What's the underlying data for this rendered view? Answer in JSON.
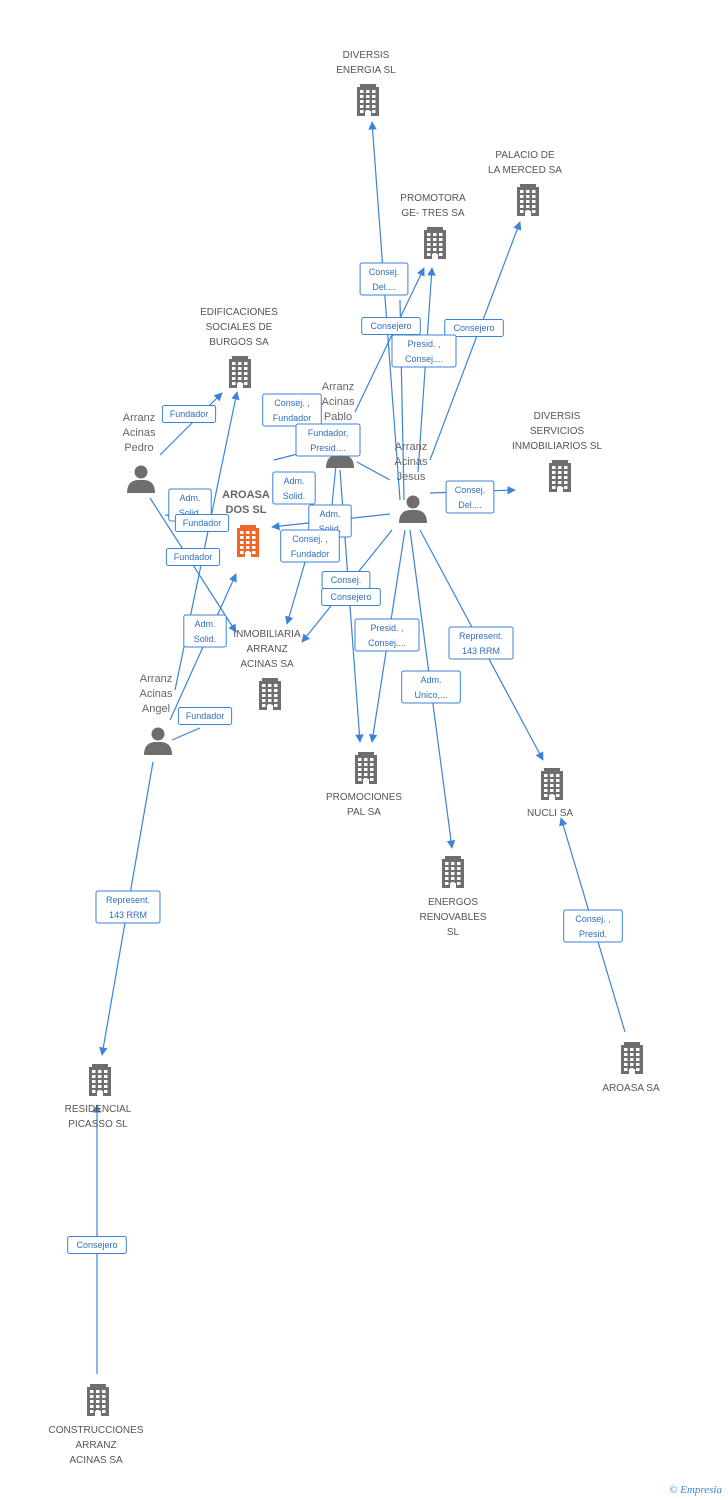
{
  "colors": {
    "edge": "#3b83d8",
    "building": "#6e6e6e",
    "center_building": "#f26522",
    "person": "#6e6e6e"
  },
  "companies": [
    {
      "id": "diversis-energia",
      "lines": [
        "DIVERSIS",
        "ENERGIA SL"
      ]
    },
    {
      "id": "palacio-merced",
      "lines": [
        "PALACIO DE",
        "LA MERCED SA"
      ]
    },
    {
      "id": "promotora-getres",
      "lines": [
        "PROMOTORA",
        "GE- TRES SA"
      ]
    },
    {
      "id": "edificaciones",
      "lines": [
        "EDIFICACIONES",
        "SOCIALES DE",
        "BURGOS SA"
      ]
    },
    {
      "id": "diversis-servicios",
      "lines": [
        "DIVERSIS",
        "SERVICIOS",
        "INMOBILIARIOS SL"
      ]
    },
    {
      "id": "aroasa-dos",
      "lines": [
        "AROASA",
        "DOS SL"
      ],
      "center": true
    },
    {
      "id": "inmobiliaria-arranz",
      "lines": [
        "INMOBILIARIA",
        "ARRANZ",
        "ACINAS SA"
      ]
    },
    {
      "id": "promociones-pal",
      "lines": [
        "PROMOCIONES",
        "PAL SA"
      ]
    },
    {
      "id": "nucli",
      "lines": [
        "NUCLI SA"
      ]
    },
    {
      "id": "energos",
      "lines": [
        "ENERGOS",
        "RENOVABLES",
        "SL"
      ]
    },
    {
      "id": "aroasa",
      "lines": [
        "AROASA SA"
      ]
    },
    {
      "id": "residencial-picasso",
      "lines": [
        "RESIDENCIAL",
        "PICASSO SL"
      ]
    },
    {
      "id": "construcciones-arranz",
      "lines": [
        "CONSTRUCCIONES",
        "ARRANZ",
        "ACINAS SA"
      ]
    }
  ],
  "persons": [
    {
      "id": "pedro",
      "lines": [
        "Arranz",
        "Acinas",
        "Pedro"
      ]
    },
    {
      "id": "pablo",
      "lines": [
        "Arranz",
        "Acinas",
        "Pablo"
      ]
    },
    {
      "id": "jesus",
      "lines": [
        "Arranz",
        "Acinas",
        "Jesus"
      ]
    },
    {
      "id": "angel",
      "lines": [
        "Arranz",
        "Acinas",
        "Angel"
      ]
    }
  ],
  "edge_labels": [
    {
      "id": "l1",
      "lines": [
        "Consej.",
        "Del...."
      ]
    },
    {
      "id": "l2",
      "lines": [
        "Consejero"
      ]
    },
    {
      "id": "l3",
      "lines": [
        "Consejero"
      ]
    },
    {
      "id": "l4",
      "lines": [
        "Presid. ,",
        "Consej...."
      ]
    },
    {
      "id": "l5",
      "lines": [
        "Consej. ,",
        "Fundador"
      ]
    },
    {
      "id": "l6",
      "lines": [
        "Fundador,",
        "Presid...."
      ]
    },
    {
      "id": "l7",
      "lines": [
        "Fundador"
      ]
    },
    {
      "id": "l8",
      "lines": [
        "Adm.",
        "Solid."
      ]
    },
    {
      "id": "l9",
      "lines": [
        "Adm.",
        "Solid."
      ]
    },
    {
      "id": "l10",
      "lines": [
        "Fundador"
      ]
    },
    {
      "id": "l11",
      "lines": [
        "Adm.",
        "Solid."
      ]
    },
    {
      "id": "l12",
      "lines": [
        "Consej. ,",
        "Fundador"
      ]
    },
    {
      "id": "l13",
      "lines": [
        "Consej.",
        "Del...."
      ]
    },
    {
      "id": "l14",
      "lines": [
        "Fundador"
      ]
    },
    {
      "id": "l15",
      "lines": [
        "Consej."
      ]
    },
    {
      "id": "l16",
      "lines": [
        "Consejero"
      ]
    },
    {
      "id": "l17",
      "lines": [
        "Adm.",
        "Solid."
      ]
    },
    {
      "id": "l18",
      "lines": [
        "Presid. ,",
        "Consej...."
      ]
    },
    {
      "id": "l19",
      "lines": [
        "Represent.",
        "143 RRM"
      ]
    },
    {
      "id": "l20",
      "lines": [
        "Adm.",
        "Unico,..."
      ]
    },
    {
      "id": "l21",
      "lines": [
        "Fundador"
      ]
    },
    {
      "id": "l22",
      "lines": [
        "Represent.",
        "143 RRM"
      ]
    },
    {
      "id": "l23",
      "lines": [
        "Consej. ,",
        "Presid."
      ]
    },
    {
      "id": "l24",
      "lines": [
        "Consejero"
      ]
    }
  ],
  "footer": {
    "copyright": "©",
    "brand": "Empresia"
  }
}
